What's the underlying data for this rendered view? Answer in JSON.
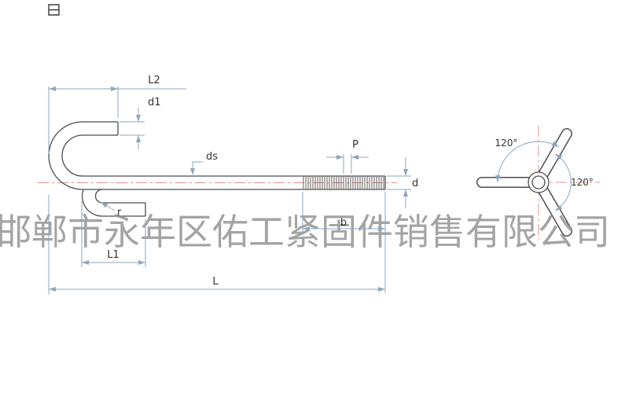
{
  "drawing": {
    "watermark": "邯郸市永年区佑工紧固件销售有限公司",
    "labels": {
      "l2": "L2",
      "d1": "d1",
      "ds": "ds",
      "p": "P",
      "d": "d",
      "r": "r",
      "b": "b",
      "l1": "L1",
      "l": "L",
      "angle_top": "120°",
      "angle_right": "120°"
    },
    "colors": {
      "outline": "#4d4d4d",
      "dimension": "#8fa6bd",
      "centerline": "#e09090",
      "label_text": "#333333",
      "watermark": "#8e8e8e",
      "background": "#ffffff"
    }
  }
}
